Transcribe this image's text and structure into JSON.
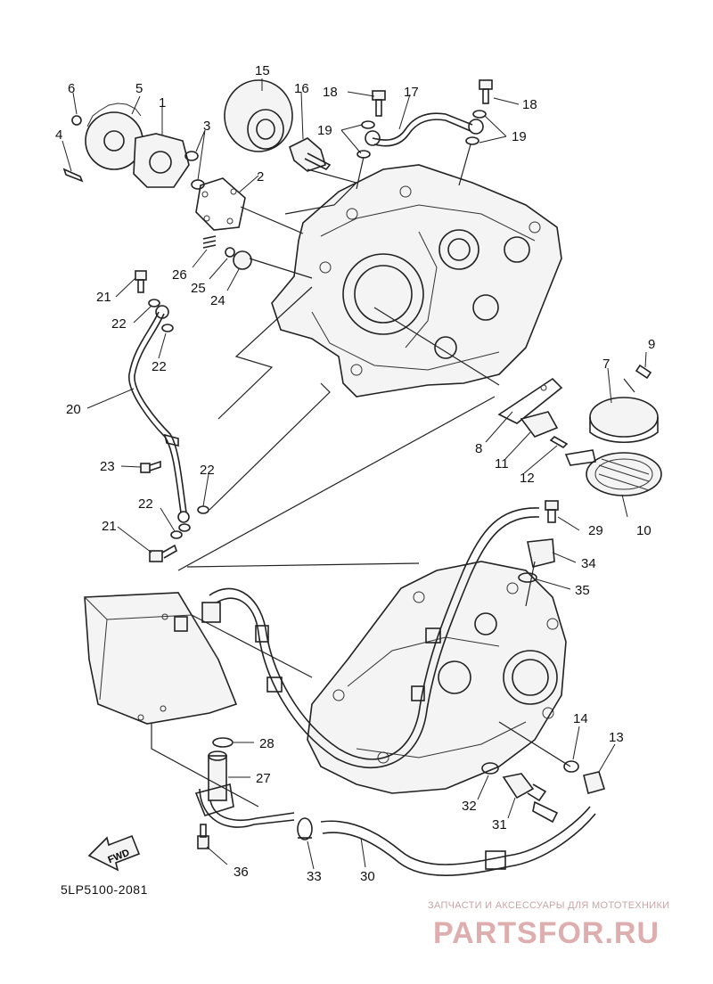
{
  "diagram_code": "5LP5100-2081",
  "fwd_label": "FWD",
  "watermark": {
    "tagline": "ЗАПЧАСТИ И АКСЕССУАРЫ ДЛЯ МОТОТЕХНИКИ",
    "logo_text": "PARTSFOR.RU"
  },
  "colors": {
    "line": "#222222",
    "watermark": "#d9a0a0"
  },
  "callouts": [
    {
      "id": "c1",
      "label": "1"
    },
    {
      "id": "c2",
      "label": "2"
    },
    {
      "id": "c3",
      "label": "3"
    },
    {
      "id": "c4",
      "label": "4"
    },
    {
      "id": "c5",
      "label": "5"
    },
    {
      "id": "c6",
      "label": "6"
    },
    {
      "id": "c7",
      "label": "7"
    },
    {
      "id": "c8",
      "label": "8"
    },
    {
      "id": "c9",
      "label": "9"
    },
    {
      "id": "c10",
      "label": "10"
    },
    {
      "id": "c11",
      "label": "11"
    },
    {
      "id": "c12",
      "label": "12"
    },
    {
      "id": "c13",
      "label": "13"
    },
    {
      "id": "c14",
      "label": "14"
    },
    {
      "id": "c15",
      "label": "15"
    },
    {
      "id": "c16",
      "label": "16"
    },
    {
      "id": "c17",
      "label": "17"
    },
    {
      "id": "c18a",
      "label": "18"
    },
    {
      "id": "c18b",
      "label": "18"
    },
    {
      "id": "c19a",
      "label": "19"
    },
    {
      "id": "c19b",
      "label": "19"
    },
    {
      "id": "c20",
      "label": "20"
    },
    {
      "id": "c21a",
      "label": "21"
    },
    {
      "id": "c21b",
      "label": "21"
    },
    {
      "id": "c22a",
      "label": "22"
    },
    {
      "id": "c22b",
      "label": "22"
    },
    {
      "id": "c22c",
      "label": "22"
    },
    {
      "id": "c22d",
      "label": "22"
    },
    {
      "id": "c23",
      "label": "23"
    },
    {
      "id": "c24",
      "label": "24"
    },
    {
      "id": "c25",
      "label": "25"
    },
    {
      "id": "c26",
      "label": "26"
    },
    {
      "id": "c27",
      "label": "27"
    },
    {
      "id": "c28",
      "label": "28"
    },
    {
      "id": "c29",
      "label": "29"
    },
    {
      "id": "c30",
      "label": "30"
    },
    {
      "id": "c31",
      "label": "31"
    },
    {
      "id": "c32",
      "label": "32"
    },
    {
      "id": "c33",
      "label": "33"
    },
    {
      "id": "c34",
      "label": "34"
    },
    {
      "id": "c35",
      "label": "35"
    },
    {
      "id": "c36",
      "label": "36"
    }
  ]
}
